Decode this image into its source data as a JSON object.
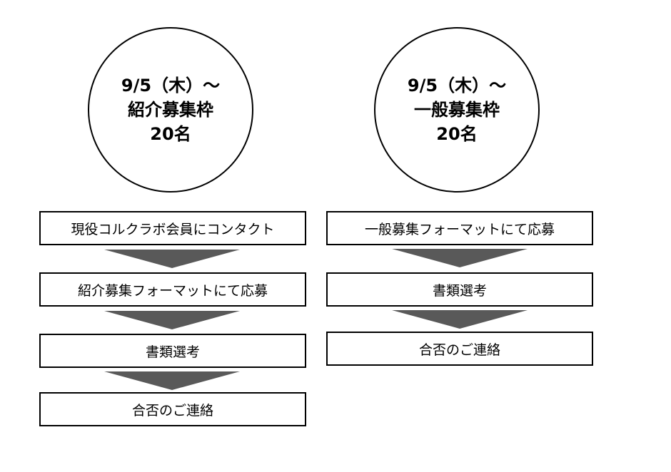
{
  "left_column": {
    "circle_lines": [
      "9/5（木）～",
      "紹介募集枠",
      "20名"
    ],
    "steps": [
      "現役コルクラボ会員にコンタクト",
      "紹介募集フォーマットにて応募",
      "書類選考",
      "合否のご連絡"
    ]
  },
  "right_column": {
    "circle_lines": [
      "9/5（木）～",
      "一般募集枠",
      "20名"
    ],
    "steps": [
      "一般募集フォーマットにて応募",
      "書類選考",
      "合否のご連絡"
    ]
  },
  "colors": {
    "border": "#000000",
    "arrow_fill": "#595959"
  }
}
